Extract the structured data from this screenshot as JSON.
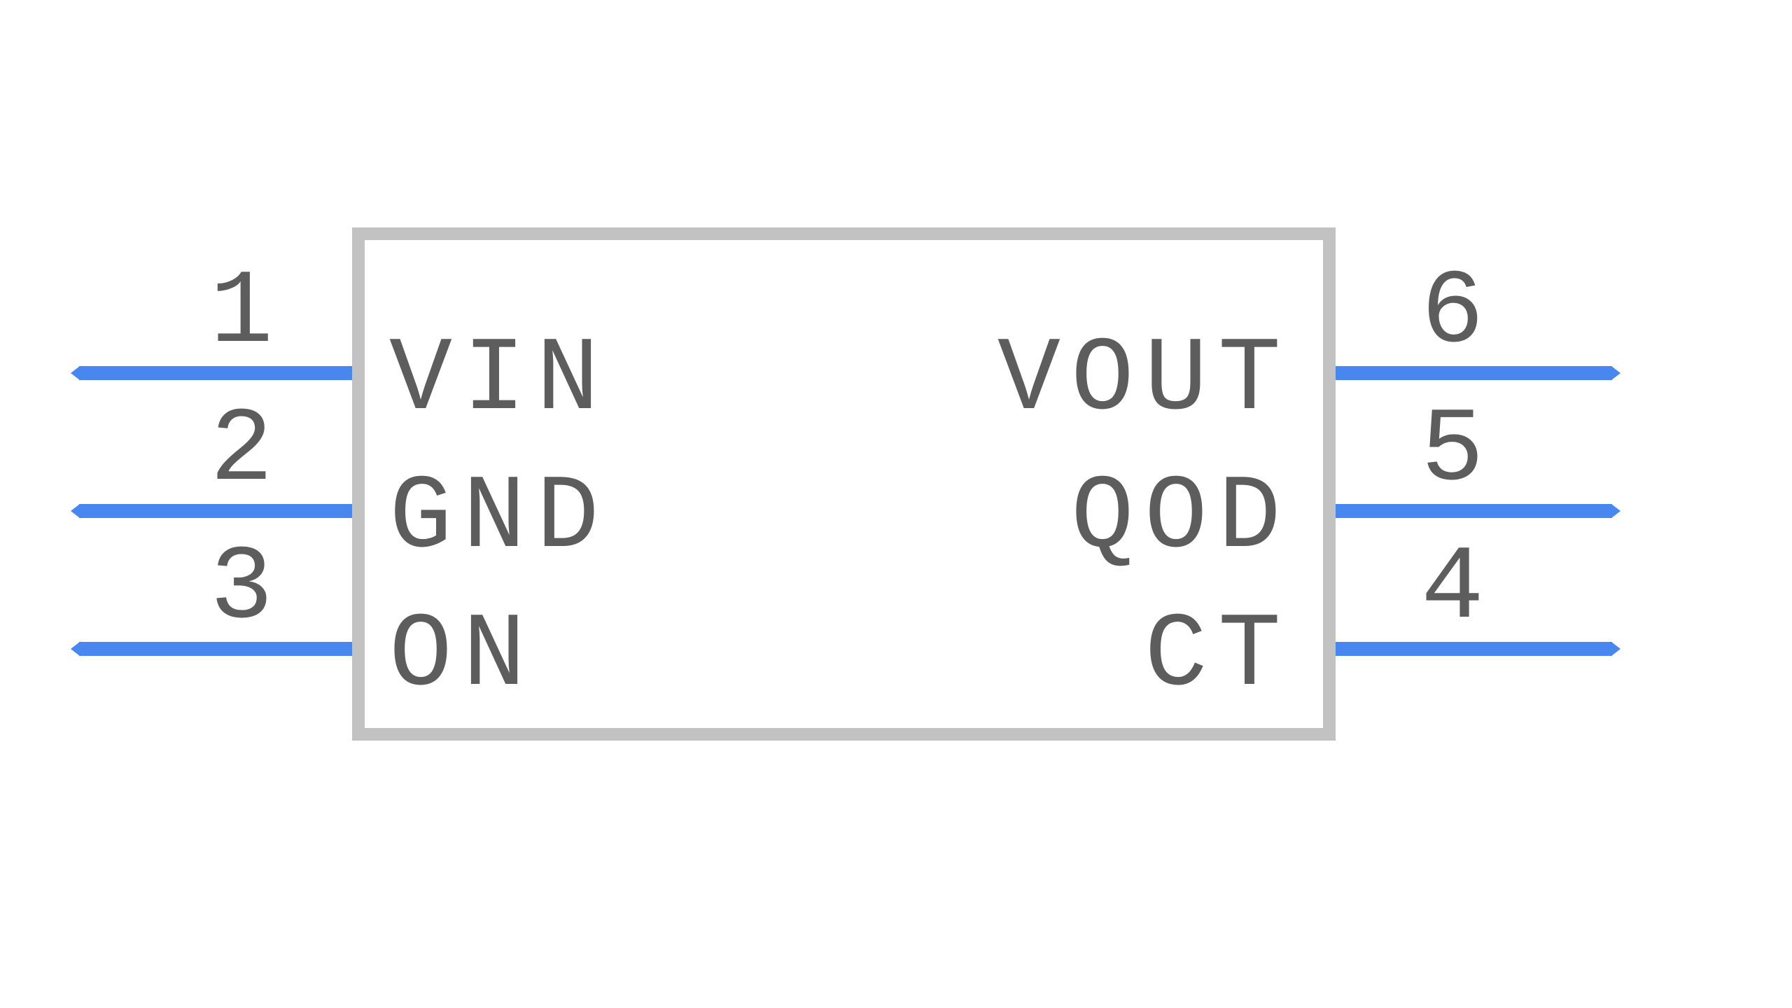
{
  "canvas": {
    "background": "#ffffff"
  },
  "symbol": {
    "body_fill": "#ffffff",
    "body_border_color": "#c2c2c2",
    "wire_color": "#4787ef",
    "text_color": "#5d5d5d",
    "left_pins": [
      {
        "number": "1",
        "name": "VIN"
      },
      {
        "number": "2",
        "name": "GND"
      },
      {
        "number": "3",
        "name": "ON"
      }
    ],
    "right_pins": [
      {
        "number": "6",
        "name": "VOUT"
      },
      {
        "number": "5",
        "name": "QOD"
      },
      {
        "number": "4",
        "name": "CT"
      }
    ]
  }
}
